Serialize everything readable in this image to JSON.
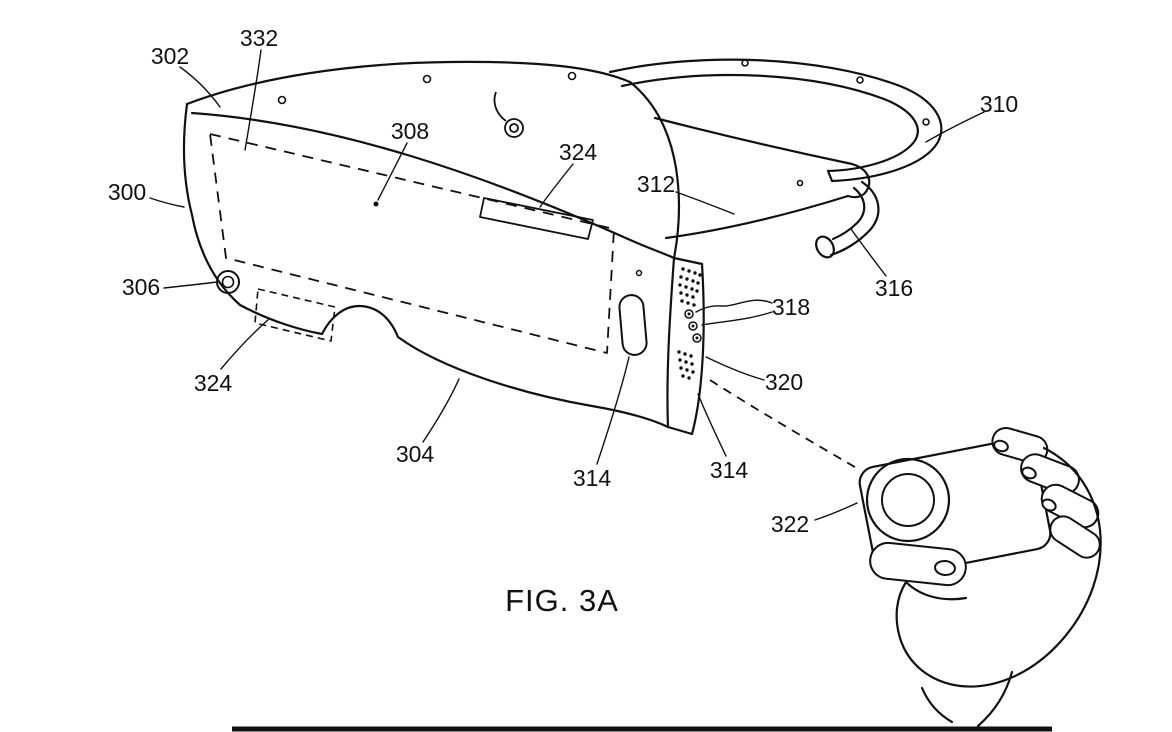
{
  "figure": {
    "caption": "FIG. 3A",
    "subject": "patent line drawing of a head-mounted display with strap, side vents, ports and a handheld dial controller held in a hand",
    "labels": {
      "l300": "300",
      "l302": "302",
      "l304": "304",
      "l306": "306",
      "l308": "308",
      "l310": "310",
      "l312": "312",
      "l314a": "314",
      "l314b": "314",
      "l316": "316",
      "l318": "318",
      "l320": "320",
      "l322": "322",
      "l324a": "324",
      "l324b": "324",
      "l332": "332"
    },
    "colors": {
      "ink": "#111111",
      "background": "#ffffff"
    }
  }
}
